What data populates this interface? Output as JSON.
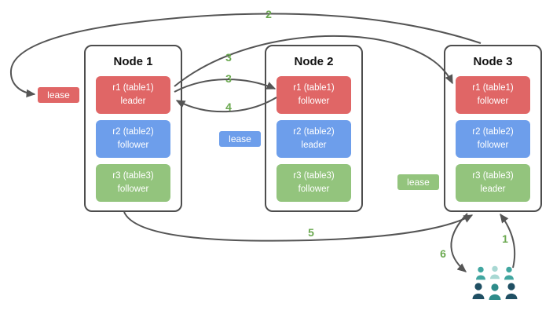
{
  "nodes": [
    {
      "title": "Node 1",
      "replicas": [
        {
          "name": "r1 (table1)",
          "role": "leader",
          "color": "#e06666"
        },
        {
          "name": "r2 (table2)",
          "role": "follower",
          "color": "#6d9eeb"
        },
        {
          "name": "r3 (table3)",
          "role": "follower",
          "color": "#93c47d"
        }
      ]
    },
    {
      "title": "Node 2",
      "replicas": [
        {
          "name": "r1 (table1)",
          "role": "follower",
          "color": "#e06666"
        },
        {
          "name": "r2 (table2)",
          "role": "leader",
          "color": "#6d9eeb"
        },
        {
          "name": "r3 (table3)",
          "role": "follower",
          "color": "#93c47d"
        }
      ]
    },
    {
      "title": "Node 3",
      "replicas": [
        {
          "name": "r1 (table1)",
          "role": "follower",
          "color": "#e06666"
        },
        {
          "name": "r2 (table2)",
          "role": "follower",
          "color": "#6d9eeb"
        },
        {
          "name": "r3 (table3)",
          "role": "leader",
          "color": "#93c47d"
        }
      ]
    }
  ],
  "leases": [
    {
      "label": "lease",
      "color": "#e06666"
    },
    {
      "label": "lease",
      "color": "#6d9eeb"
    },
    {
      "label": "lease",
      "color": "#93c47d"
    }
  ],
  "steps": {
    "s1": "1",
    "s2": "2",
    "s3a": "3",
    "s3b": "3",
    "s4": "4",
    "s5": "5",
    "s6": "6"
  },
  "icons": {
    "users": "users-icon"
  },
  "colors": {
    "red": "#e06666",
    "blue": "#6d9eeb",
    "green": "#93c47d",
    "step_label": "#6aa84f",
    "arrow": "#555555",
    "node_border": "#4d4d4d"
  }
}
